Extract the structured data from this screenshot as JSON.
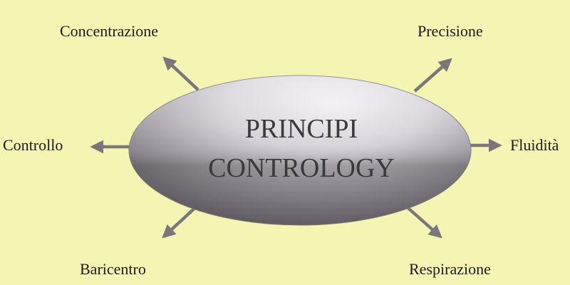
{
  "colors": {
    "background": "#f4f5b3",
    "arrow": "#7a767c",
    "ellipse_light": "#ece9ee",
    "ellipse_mid": "#b5b0b7",
    "ellipse_dark": "#5e5a60",
    "text": "#3a3a3a"
  },
  "center": {
    "line1": "PRINCIPI",
    "line2": "CONTROLOGY"
  },
  "principles": {
    "concentrazione": "Concentrazione",
    "precisione": "Precisione",
    "controllo": "Controllo",
    "fluidita": "Fluidità",
    "baricentro": "Baricentro",
    "respirazione": "Respirazione"
  }
}
